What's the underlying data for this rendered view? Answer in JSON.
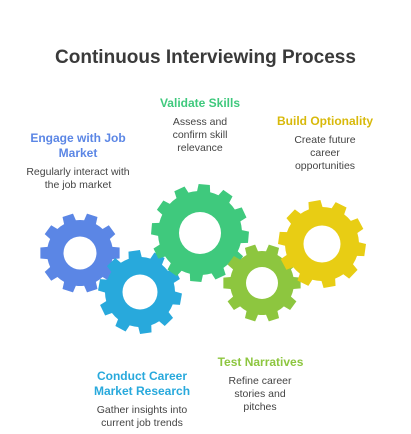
{
  "title": "Continuous Interviewing Process",
  "colors": {
    "blue": "#5b86e5",
    "teal": "#28a9dc",
    "green": "#3fc97d",
    "lime": "#8dc63f",
    "yellow": "#e8cd14"
  },
  "steps": [
    {
      "heading": "Engage with Job Market",
      "desc": "Regularly interact with the job market",
      "color": "#5b86e5",
      "icon": "gear-icon"
    },
    {
      "heading": "Conduct Career Market Research",
      "desc": "Gather insights into current job trends",
      "color": "#28a9dc",
      "icon": "gear-icon"
    },
    {
      "heading": "Validate Skills",
      "desc": "Assess and confirm skill relevance",
      "color": "#3fc97d",
      "icon": "gear-icon"
    },
    {
      "heading": "Test Narratives",
      "desc": "Refine career stories and pitches",
      "color": "#8dc63f",
      "icon": "gear-icon"
    },
    {
      "heading": "Build Optionality",
      "desc": "Create future career opportunities",
      "color": "#e8cd14",
      "icon": "gear-icon"
    }
  ]
}
